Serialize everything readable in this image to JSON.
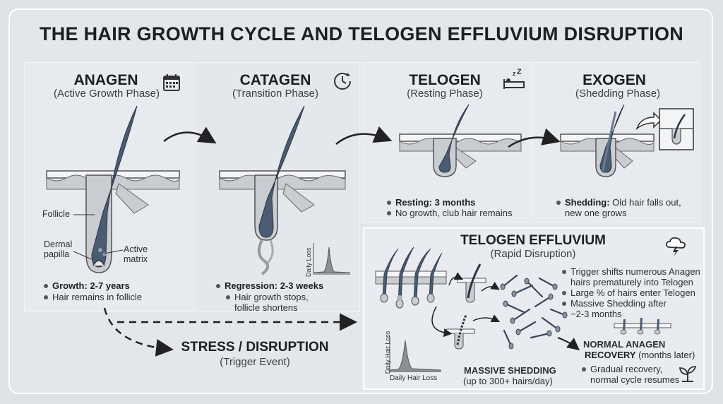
{
  "title": "THE HAIR GROWTH CYCLE AND TELOGEN EFFLUVIUM DISRUPTION",
  "anagen": {
    "name": "ANAGEN",
    "sub": "(Active Growth Phase)",
    "label_follicle": "Follicle",
    "label_dermal": "Dermal",
    "label_papilla": "papilla",
    "label_active": "Active",
    "label_matrix": "matrix",
    "b1_bold": "Growth:",
    "b1": " 2-7 years",
    "b2": "Hair remains in follicle",
    "icon": "calendar-icon"
  },
  "catagen": {
    "name": "CATAGEN",
    "sub": "(Transition Phase)",
    "b1_bold": "Regression:",
    "b1": " 2-3 weeks",
    "b2a": "Hair growth stops,",
    "b2b": "follicle shortens",
    "inset_label": "Daily Loss",
    "icon": "clock-refresh-icon"
  },
  "telogen": {
    "name": "TELOGEN",
    "sub": "(Resting Phase)",
    "b1_bold": "Resting:",
    "b1": " 3 months",
    "b2": "No growth, club hair remains",
    "icon": "sleep-bed-icon"
  },
  "exogen": {
    "name": "EXOGEN",
    "sub": "(Shedding Phase)",
    "b1_bold": "Shedding:",
    "b1": " Old hair falls out,",
    "b1b": "new one grows",
    "icon": "hair-exit-icon"
  },
  "stress": {
    "name": "STRESS / DISRUPTION",
    "sub": "(Trigger Event)"
  },
  "te": {
    "name": "TELOGEN EFFLUVIUM",
    "sub": "(Rapid Disruption)",
    "b1a": "Trigger shifts numerous Anagen",
    "b1b": "hairs prematurely into Telogen",
    "b2": "Large % of hairs enter Telogen",
    "b3a": "Massive Shedding after",
    "b3b": "~2-3 months",
    "chart_ylabel": "Daily Hair Loss",
    "chart_xlabel": "Daily Hair Loss",
    "massive_a": "MASSIVE SHEDDING",
    "massive_b": "(up to 300+ hairs/day)",
    "recovery_a": "NORMAL ANAGEN",
    "recovery_b": "RECOVERY",
    "recovery_c": " (months later)",
    "rec_b1a": "Gradual recovery,",
    "rec_b1b": "normal cycle resumes",
    "icon": "storm-cloud-icon",
    "icon2": "sprout-icon"
  },
  "colors": {
    "hair": "#4a5b72",
    "skin": "#c9ccd0",
    "panel": "#e7eaee",
    "accent": "#2a2f36"
  }
}
